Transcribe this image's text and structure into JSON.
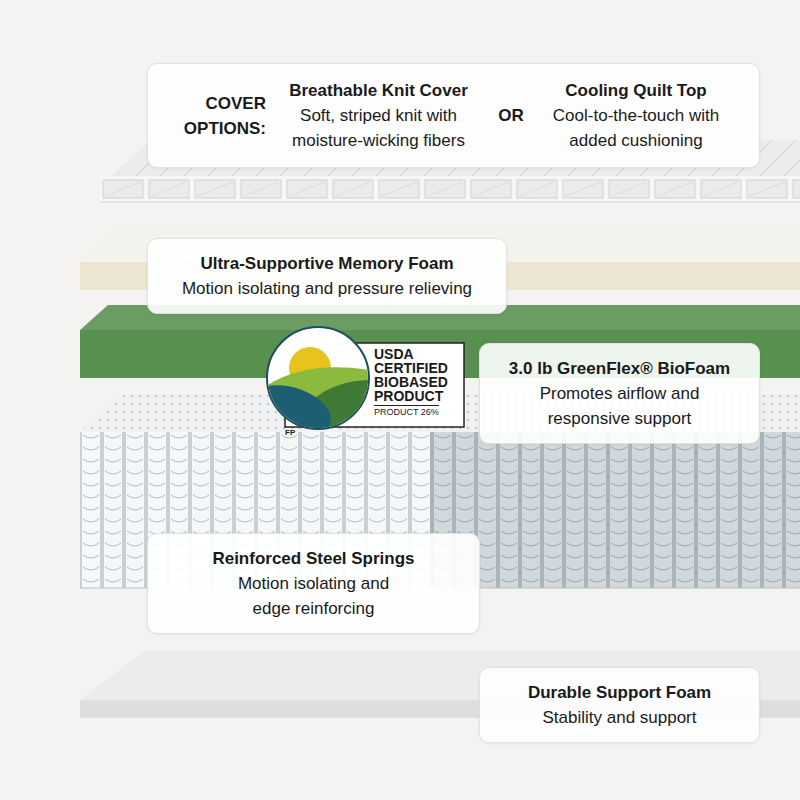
{
  "diagram": {
    "nodes": [
      {
        "text": [
          "COVER OPTIONS:",
          "Breathable Knit Cover",
          "Soft, striped knit with moisture-wicking fibers",
          "OR",
          "Cooling Quilt Top",
          "Cool-to-the-touch with added cushioning"
        ]
      },
      {
        "text": [
          "Ultra-Supportive Memory Foam",
          "Motion isolating and pressure relieving"
        ]
      },
      {
        "text": [
          "USDA CERTIFIED BIOBASED PRODUCT",
          "PRODUCT 26%"
        ]
      },
      {
        "text": [
          "3.0 lb GreenFlex® BioFoam",
          "Promotes airflow and responsive support"
        ]
      },
      {
        "text": [
          "Reinforced Steel Springs",
          "Motion isolating and edge reinforcing"
        ]
      },
      {
        "text": [
          "Durable Support Foam",
          "Stability and support"
        ]
      }
    ],
    "labels": [
      "FP"
    ]
  }
}
